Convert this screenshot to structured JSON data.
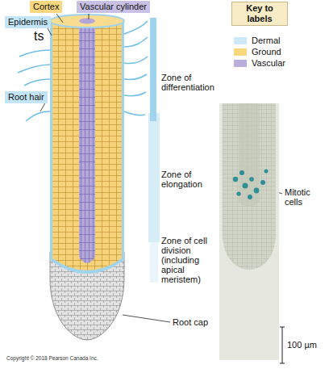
{
  "diagram": {
    "nodes": [
      {
        "text": [
          "Cortex"
        ]
      },
      {
        "text": [
          "Vascular cylinder"
        ]
      },
      {
        "text": [
          "Epidermis"
        ]
      },
      {
        "text": [
          "Root hair"
        ]
      },
      {
        "text": [
          "Key to labels"
        ]
      }
    ],
    "labels": [
      "ts",
      "Zone of differentiation",
      "Zone of elongation",
      "Zone of cell division (including apical meristem)",
      "Root cap",
      "Mitotic cells",
      "100 µm",
      "Copyright © 2018 Pearson Canada Inc."
    ],
    "legend": [
      {
        "text": "Dermal",
        "color": "#cde8f6"
      },
      {
        "text": "Ground",
        "color": "#f8d77e"
      },
      {
        "text": "Vascular",
        "color": "#b9aedb"
      }
    ]
  }
}
